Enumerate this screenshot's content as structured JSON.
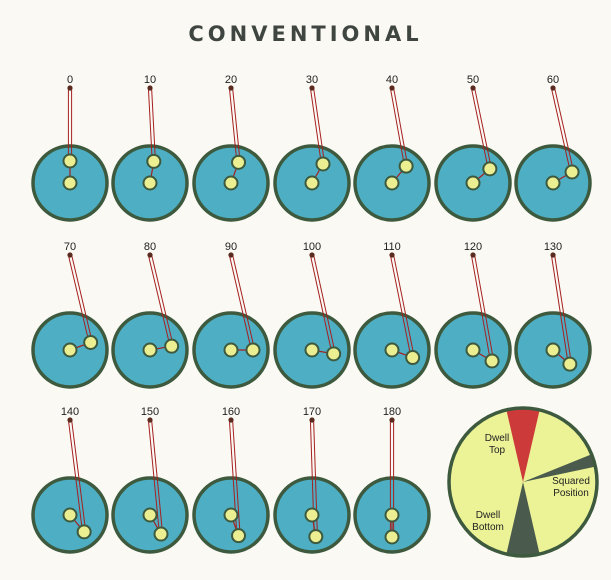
{
  "title": "CONVENTIONAL",
  "angles": [
    {
      "label": "0",
      "value": 0
    },
    {
      "label": "10",
      "value": 10
    },
    {
      "label": "20",
      "value": 20
    },
    {
      "label": "30",
      "value": 30
    },
    {
      "label": "40",
      "value": 40
    },
    {
      "label": "50",
      "value": 50
    },
    {
      "label": "60",
      "value": 60
    },
    {
      "label": "70",
      "value": 70
    },
    {
      "label": "80",
      "value": 80
    },
    {
      "label": "90",
      "value": 90
    },
    {
      "label": "100",
      "value": 100
    },
    {
      "label": "110",
      "value": 110
    },
    {
      "label": "120",
      "value": 120
    },
    {
      "label": "130",
      "value": 130
    },
    {
      "label": "140",
      "value": 140
    },
    {
      "label": "150",
      "value": 150
    },
    {
      "label": "160",
      "value": 160
    },
    {
      "label": "170",
      "value": 170
    },
    {
      "label": "180",
      "value": 180
    }
  ],
  "pie": {
    "dwell_top": [
      "Dwell",
      "Top"
    ],
    "squared_position": [
      "Squared",
      "Position"
    ],
    "dwell_bottom": [
      "Dwell",
      "Bottom"
    ]
  },
  "colors": {
    "disc_fill": "#4eaec4",
    "disc_edge": "#3d5a3e",
    "pin_fill": "#ecee92",
    "rod": "#a52020",
    "pivot": "#5c2b1f",
    "pie_fill": "#ecf296",
    "dwell_top": "#cd3a3a",
    "dwell_bottom": "#4a5a4c",
    "title": "#3f4540"
  }
}
